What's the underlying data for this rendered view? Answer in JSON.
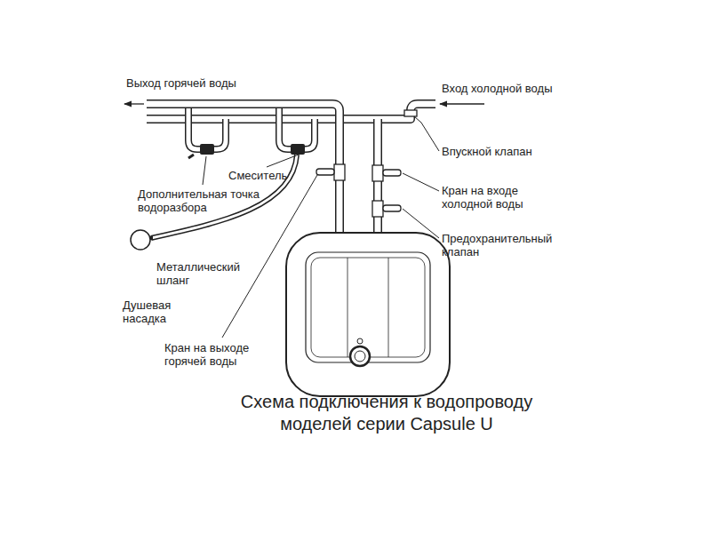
{
  "diagram": {
    "caption": "Схема подключения к водопроводу моделей серии Capsule U",
    "labels": [
      "Выход горячей воды",
      "Вход холодной воды",
      "Впускной клапан",
      "Кран на входе холодной воды",
      "Предохранительный клапан",
      "Смеситель",
      "Дополнительная точка водоразбора",
      "Металлический шланг",
      "Душевая насадка",
      "Кран на выходе горячей воды"
    ]
  }
}
